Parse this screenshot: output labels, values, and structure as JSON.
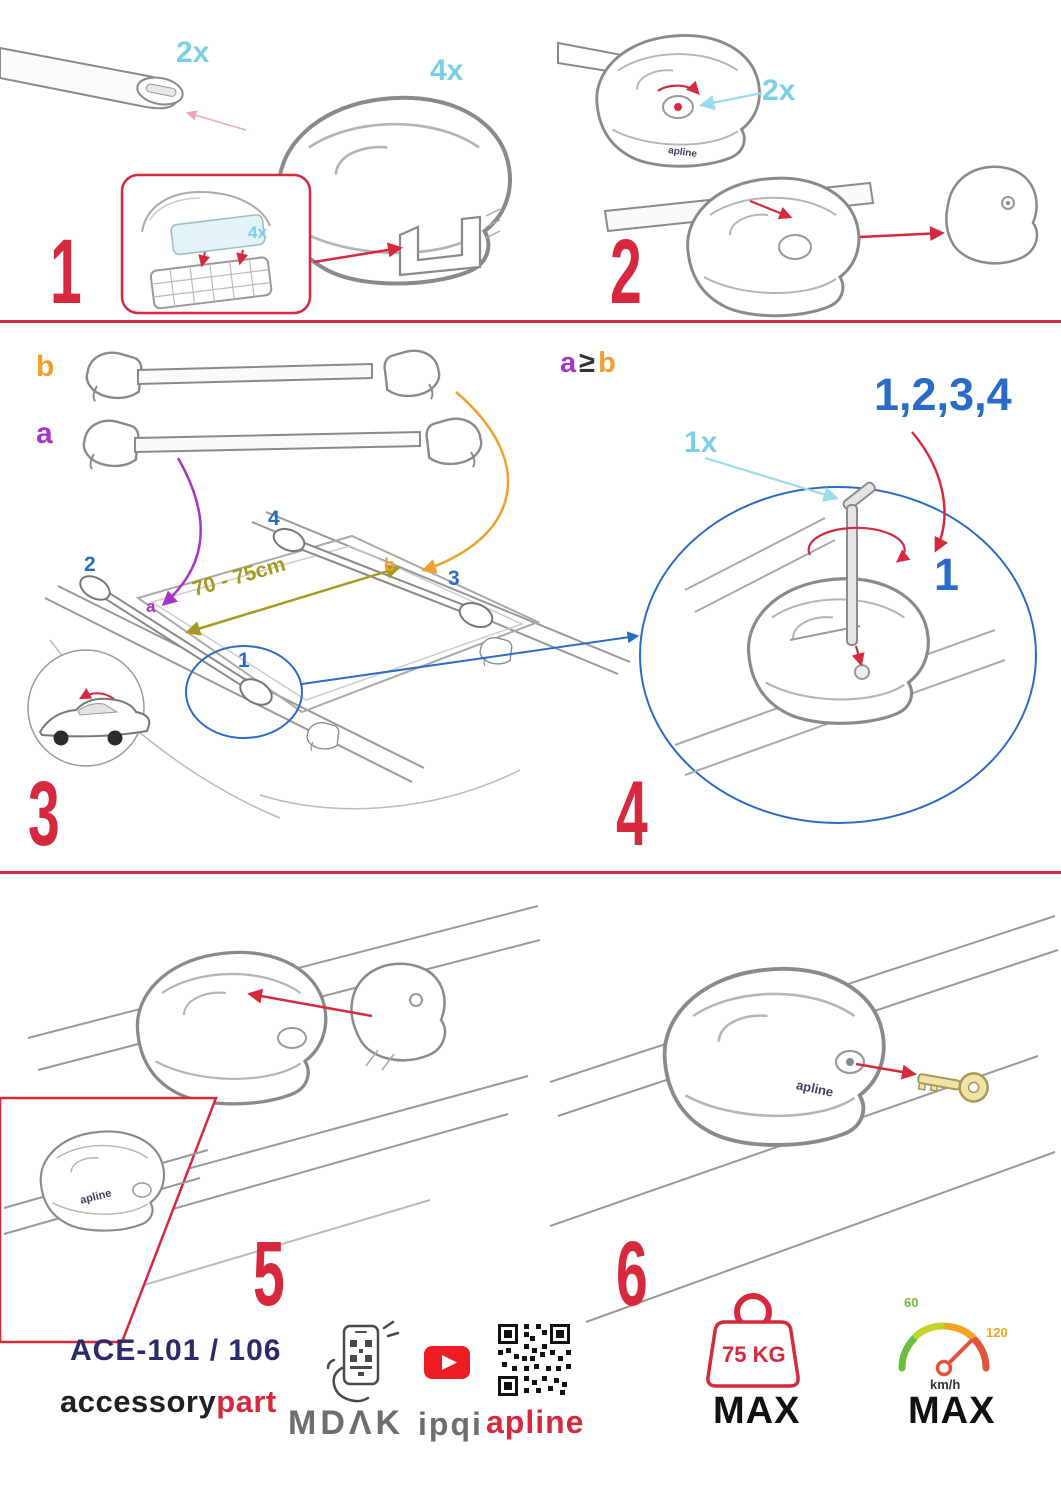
{
  "colors": {
    "accent_red": "#d6293e",
    "qty_cyan": "#7cd0e4",
    "pos_blue": "#2b6bc8",
    "label_purple": "#a833c8",
    "label_orange": "#f0a02c",
    "distance_olive": "#a89a1f",
    "model_navy": "#2b2a6b",
    "logo_gray": "#6d6e71",
    "youtube_red": "#ed1c24",
    "gauge_green": "#6abf3f",
    "gauge_yellow": "#c3d42f",
    "gauge_orange": "#f2a51e",
    "gauge_red": "#e2533b"
  },
  "step1": {
    "num": "1",
    "bar_qty": "2x",
    "foot_qty": "4x",
    "pad_qty": "4x"
  },
  "step2": {
    "num": "2",
    "lock_qty": "2x"
  },
  "step3": {
    "num": "3",
    "bar_b_label": "b",
    "bar_a_label": "a",
    "distance": "70 - 75cm",
    "pos1": "1",
    "pos2": "2",
    "pos3": "3",
    "pos4": "4",
    "roof_a": "a",
    "roof_b": "b"
  },
  "step4": {
    "num": "4",
    "rule_a": "a",
    "rule_op": "≥",
    "rule_b": "b",
    "sequence": "1,2,3,4",
    "tool_qty": "1x",
    "first_pos": "1"
  },
  "step5": {
    "num": "5"
  },
  "step6": {
    "num": "6"
  },
  "branding": {
    "model": "ACE-101 / 106",
    "brand_black": "accessory",
    "brand_red": "part",
    "logo_mdak": "MDΛK",
    "logo_ipqi": "ipqi",
    "logo_apline": "apline",
    "foot_logo": "apline"
  },
  "limits": {
    "weight": "75 KG",
    "weight_max": "MAX",
    "speed_low": "60",
    "speed_high": "120",
    "speed_unit": "km/h",
    "speed_max": "MAX"
  }
}
